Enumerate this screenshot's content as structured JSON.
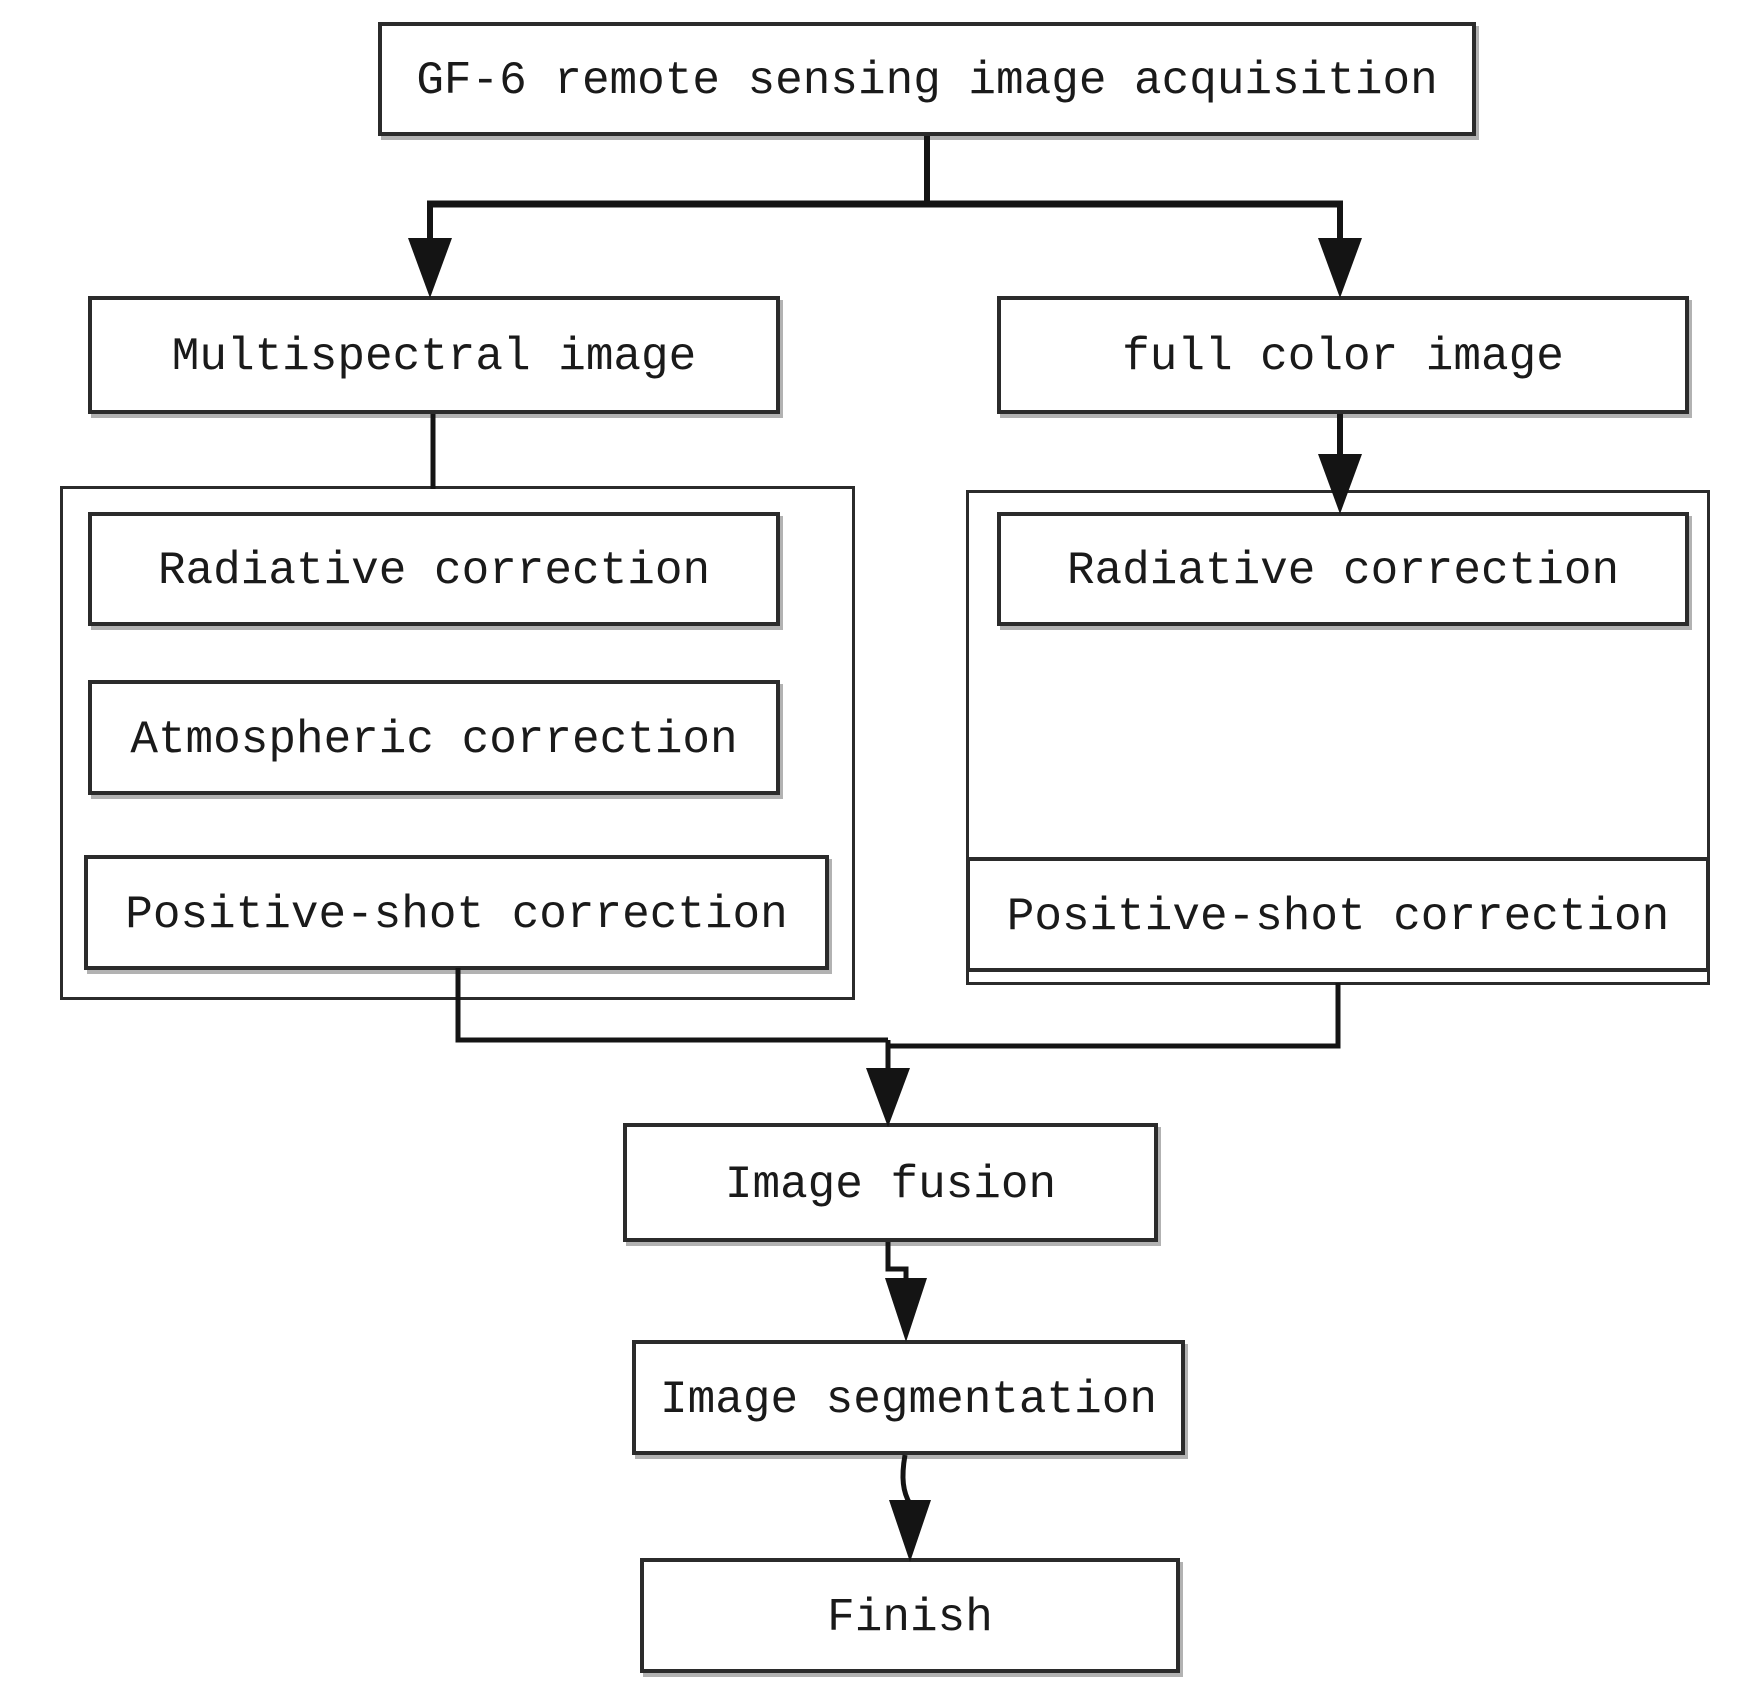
{
  "nodes": {
    "acquisition": {
      "label": "GF-6 remote sensing image acquisition"
    },
    "multispectral_image": {
      "label": "Multispectral image"
    },
    "full_color_image": {
      "label": "full color image"
    },
    "ms_radiative": {
      "label": "Radiative correction"
    },
    "ms_atmospheric": {
      "label": "Atmospheric correction"
    },
    "ms_positive_shot": {
      "label": "Positive-shot correction"
    },
    "fc_radiative": {
      "label": "Radiative correction"
    },
    "fc_positive_shot": {
      "label": "Positive-shot correction"
    },
    "image_fusion": {
      "label": "Image fusion"
    },
    "image_segmentation": {
      "label": "Image segmentation"
    },
    "finish": {
      "label": "Finish"
    }
  },
  "groups": {
    "multispectral_processing": {
      "members": [
        "ms_radiative",
        "ms_atmospheric",
        "ms_positive_shot"
      ]
    },
    "full_color_processing": {
      "members": [
        "fc_radiative",
        "fc_positive_shot"
      ]
    }
  },
  "edges": [
    {
      "from": "acquisition",
      "to": "multispectral_image",
      "arrow": true
    },
    {
      "from": "acquisition",
      "to": "full_color_image",
      "arrow": true
    },
    {
      "from": "multispectral_image",
      "to": "multispectral_processing",
      "arrow": false
    },
    {
      "from": "full_color_image",
      "to": "fc_radiative",
      "arrow": true
    },
    {
      "from": "multispectral_processing",
      "to": "image_fusion",
      "arrow": true
    },
    {
      "from": "full_color_processing",
      "to": "image_fusion",
      "arrow": true
    },
    {
      "from": "image_fusion",
      "to": "image_segmentation",
      "arrow": true
    },
    {
      "from": "image_segmentation",
      "to": "finish",
      "arrow": true
    }
  ],
  "colors": {
    "line": "#141414",
    "border": "#2b2b2b",
    "text": "#1a1a1a",
    "background": "#ffffff",
    "shadow": "#b2b2b2"
  }
}
